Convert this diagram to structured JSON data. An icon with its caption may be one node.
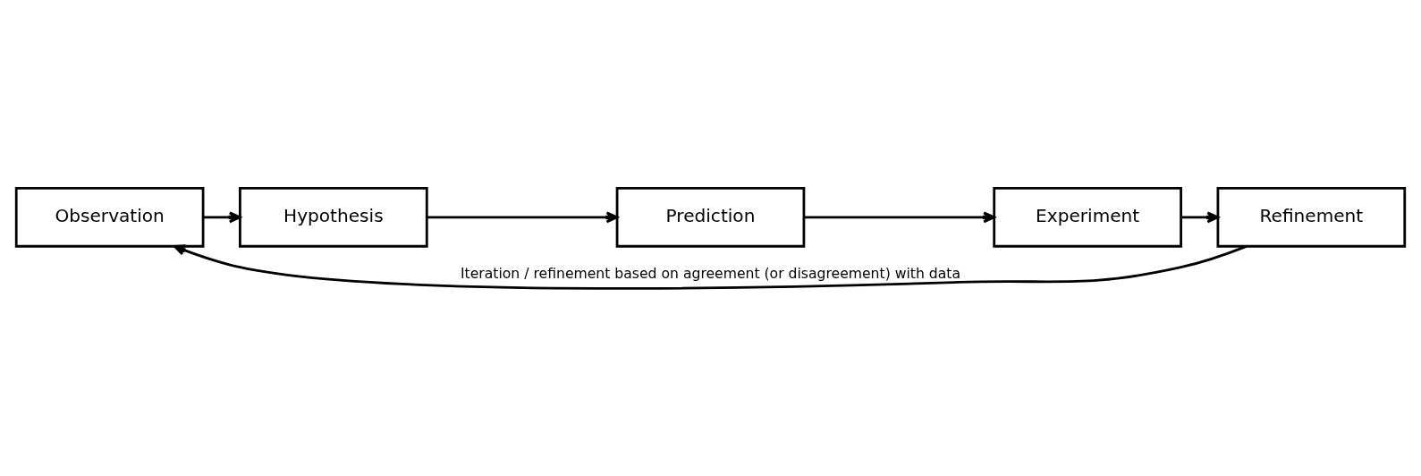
{
  "diagram": {
    "nodes": [
      {
        "text": [
          "Observation"
        ]
      },
      {
        "text": [
          "Hypothesis"
        ]
      },
      {
        "text": [
          "Prediction"
        ]
      },
      {
        "text": [
          "Experiment"
        ]
      },
      {
        "text": [
          "Refinement"
        ]
      }
    ],
    "edges": [
      {
        "from": 0,
        "to": 1,
        "arrow": "to"
      },
      {
        "from": 1,
        "to": 2,
        "arrow": "to"
      },
      {
        "from": 2,
        "to": 3,
        "arrow": "to"
      },
      {
        "from": 3,
        "to": 4,
        "arrow": "to"
      },
      {
        "from": 4,
        "to": 0,
        "arrow": "to",
        "label": "Iteration / refinement based on agreement (or disagreement) with data"
      }
    ]
  }
}
